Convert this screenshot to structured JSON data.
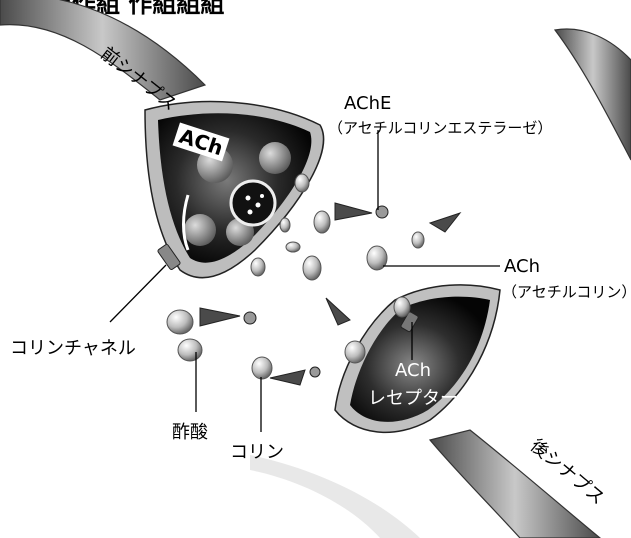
{
  "title": {
    "text": "作動組作組 作組組組"
  },
  "labels": {
    "presynapse": "前シナプス",
    "postsynapse": "後シナプス",
    "ach_vesicle": "ACh",
    "ache_name": "AChE",
    "ache_full": "（アセチルコリンエステラーゼ）",
    "ach_name": "ACh",
    "ach_full": "（アセチルコリン）",
    "choline_channel": "コリンチャネル",
    "acetic_acid": "酢酸",
    "choline": "コリン",
    "receptor_line1": "ACh",
    "receptor_line2": "レセプター"
  },
  "colors": {
    "terminal_dark": "#0d0d0d",
    "terminal_mid": "#6e6e6e",
    "axon": "#9a9a9a",
    "molecule": "#d9d9d9",
    "enzyme": "#555555"
  }
}
